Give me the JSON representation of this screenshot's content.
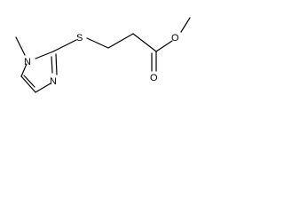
{
  "molecule": {
    "atoms": {
      "N1": "N",
      "N3": "N",
      "S": "S",
      "O_ester": "O",
      "O_carbonyl": "O"
    }
  }
}
